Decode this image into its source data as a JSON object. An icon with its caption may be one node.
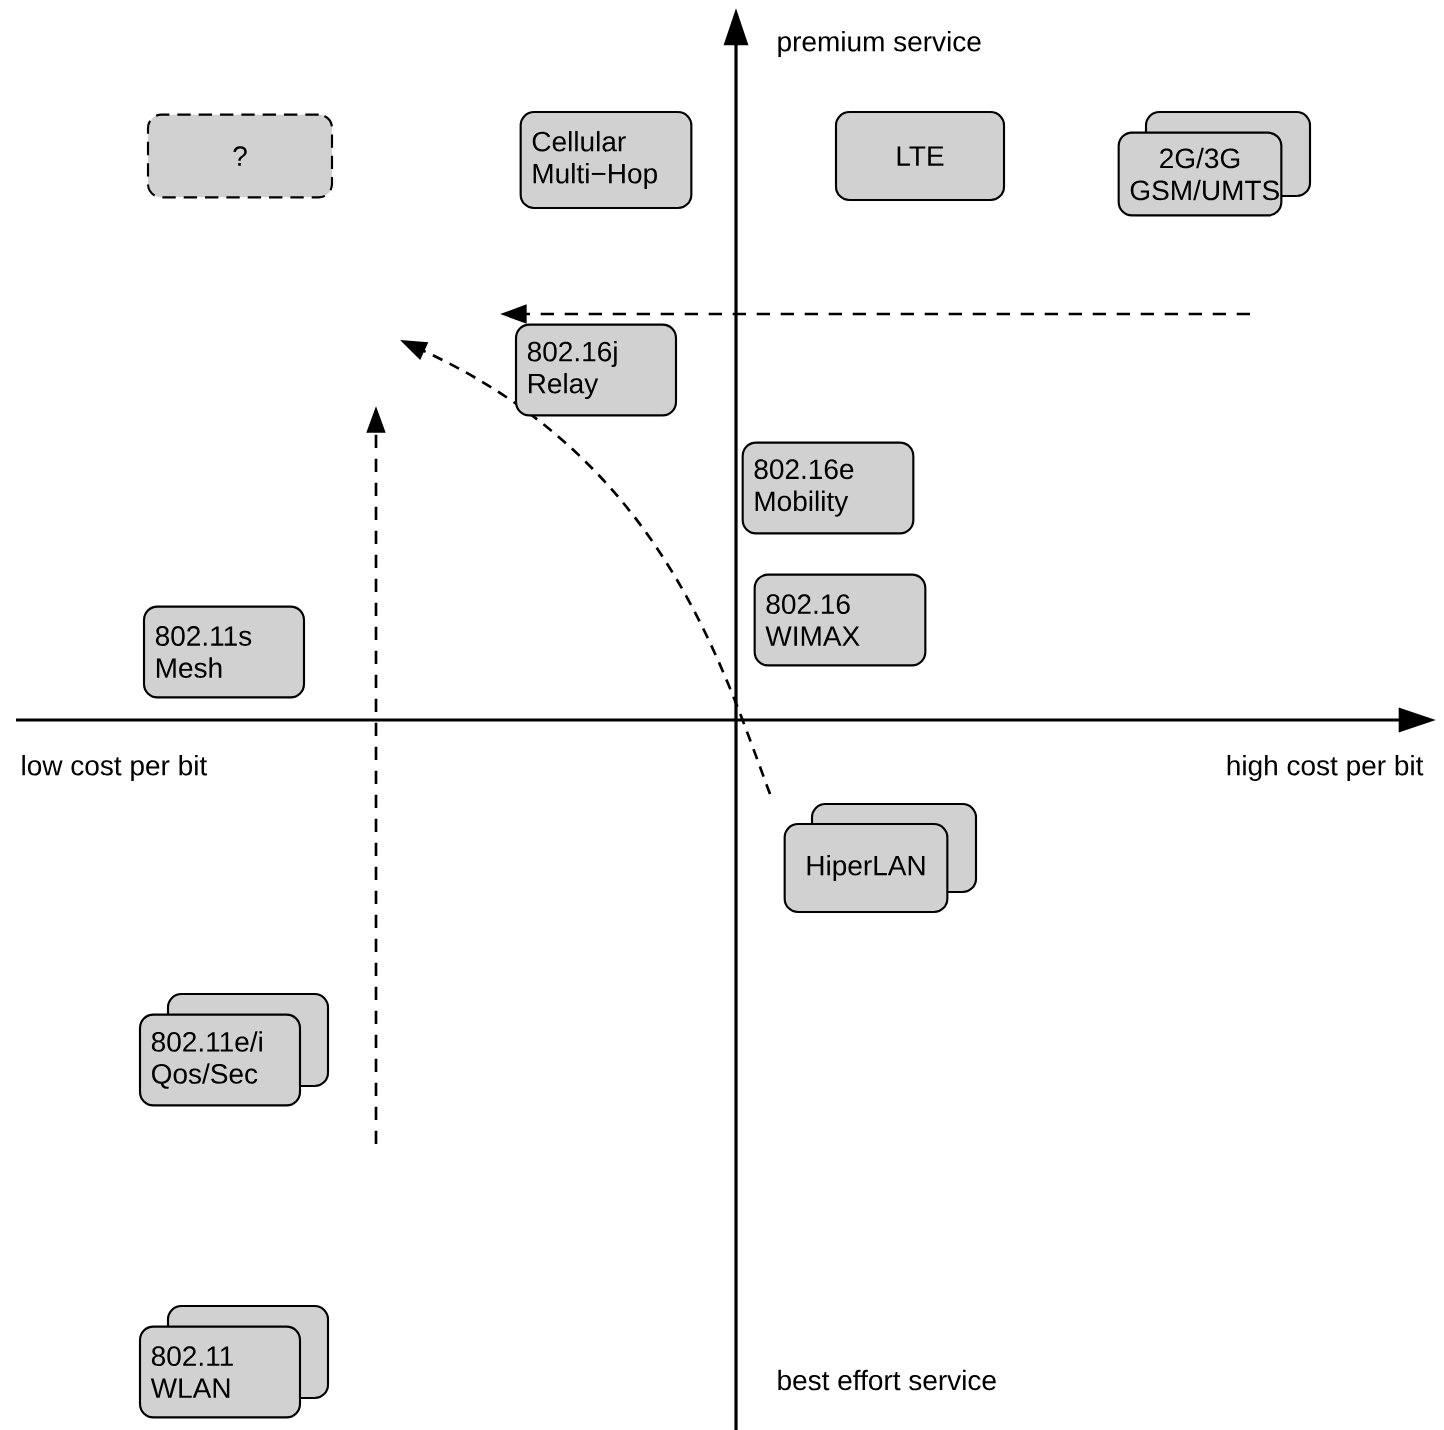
{
  "diagram": {
    "nodes": [
      {
        "text": [
          "?"
        ]
      },
      {
        "text": [
          "Cellular Multi−Hop"
        ]
      },
      {
        "text": [
          "LTE"
        ]
      },
      {
        "text": [
          "2G/3G GSM/UMTS"
        ]
      },
      {
        "text": [
          "802.16j Relay"
        ]
      },
      {
        "text": [
          "802.16e Mobility"
        ]
      },
      {
        "text": [
          "802.16 WIMAX"
        ]
      },
      {
        "text": [
          "802.11s Mesh"
        ]
      },
      {
        "text": [
          "HiperLAN"
        ]
      },
      {
        "text": [
          "802.11e/i Qos/Sec"
        ]
      },
      {
        "text": [
          "802.11 WLAN"
        ]
      }
    ],
    "labels": [
      "premium service",
      "low cost per bit",
      "high cost per bit",
      "best effort service"
    ]
  }
}
